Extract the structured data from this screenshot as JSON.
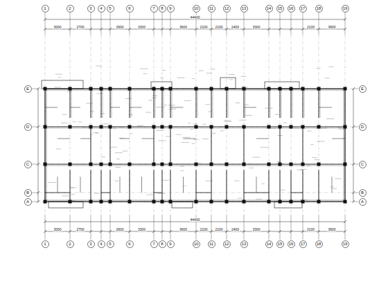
{
  "diagram": {
    "nodes": [
      {
        "text": [
          "1"
        ]
      },
      {
        "text": [
          "2"
        ]
      },
      {
        "text": [
          "3"
        ]
      },
      {
        "text": [
          "4"
        ]
      },
      {
        "text": [
          "5"
        ]
      },
      {
        "text": [
          "6"
        ]
      },
      {
        "text": [
          "7"
        ]
      },
      {
        "text": [
          "8"
        ]
      },
      {
        "text": [
          "9"
        ]
      },
      {
        "text": [
          "10"
        ]
      },
      {
        "text": [
          "11"
        ]
      },
      {
        "text": [
          "12"
        ]
      },
      {
        "text": [
          "13"
        ]
      },
      {
        "text": [
          "14"
        ]
      },
      {
        "text": [
          "15"
        ]
      },
      {
        "text": [
          "16"
        ]
      },
      {
        "text": [
          "17"
        ]
      },
      {
        "text": [
          "18"
        ]
      },
      {
        "text": [
          "19"
        ]
      },
      {
        "text": [
          "1"
        ]
      },
      {
        "text": [
          "2"
        ]
      },
      {
        "text": [
          "3"
        ]
      },
      {
        "text": [
          "4"
        ]
      },
      {
        "text": [
          "5"
        ]
      },
      {
        "text": [
          "6"
        ]
      },
      {
        "text": [
          "7"
        ]
      },
      {
        "text": [
          "8"
        ]
      },
      {
        "text": [
          "9"
        ]
      },
      {
        "text": [
          "10"
        ]
      },
      {
        "text": [
          "11"
        ]
      },
      {
        "text": [
          "12"
        ]
      },
      {
        "text": [
          "13"
        ]
      },
      {
        "text": [
          "14"
        ]
      },
      {
        "text": [
          "15"
        ]
      },
      {
        "text": [
          "16"
        ]
      },
      {
        "text": [
          "17"
        ]
      },
      {
        "text": [
          "18"
        ]
      },
      {
        "text": [
          "19"
        ]
      },
      {
        "text": [
          "E"
        ]
      },
      {
        "text": [
          "D"
        ]
      },
      {
        "text": [
          "C"
        ]
      },
      {
        "text": [
          "B"
        ]
      },
      {
        "text": [
          "A"
        ]
      },
      {
        "text": [
          "E"
        ]
      },
      {
        "text": [
          "D"
        ]
      },
      {
        "text": [
          "C"
        ]
      },
      {
        "text": [
          "B"
        ]
      },
      {
        "text": [
          "A"
        ]
      }
    ],
    "labels": [
      "44400",
      "3000",
      "2700",
      "2600",
      "3300",
      "3600",
      "2100",
      "2100",
      "2400",
      "3300",
      "2100",
      "3600",
      "44400",
      "3000",
      "2700",
      "2600",
      "3300",
      "3600",
      "2100",
      "2100",
      "2400",
      "3300",
      "2100",
      "3600"
    ]
  }
}
